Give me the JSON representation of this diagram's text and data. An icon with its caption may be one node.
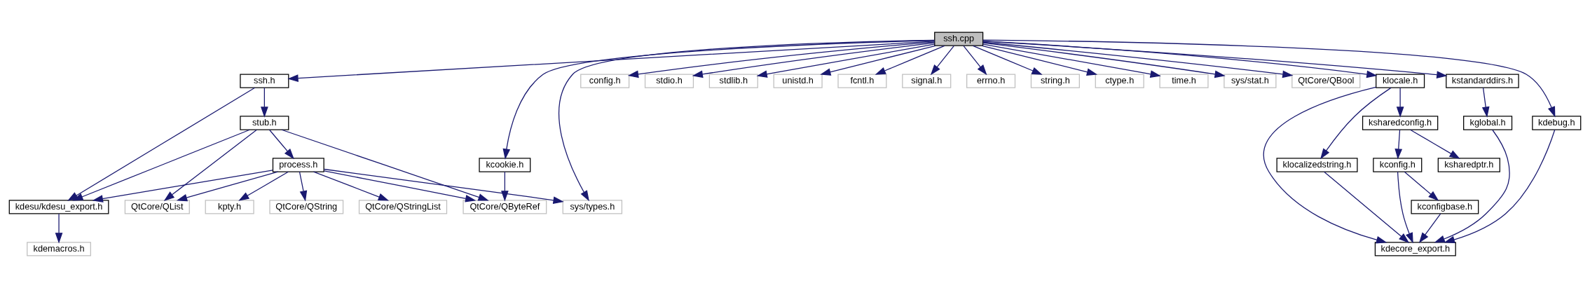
{
  "diagram": {
    "nodes": [
      {
        "text": [
          "ssh.cpp"
        ]
      },
      {
        "text": [
          "ssh.h"
        ]
      },
      {
        "text": [
          "stub.h"
        ]
      },
      {
        "text": [
          "process.h"
        ]
      },
      {
        "text": [
          "kdesu/kdesu_export.h"
        ]
      },
      {
        "text": [
          "kdemacros.h"
        ]
      },
      {
        "text": [
          "QtCore/QList"
        ]
      },
      {
        "text": [
          "kpty.h"
        ]
      },
      {
        "text": [
          "QtCore/QString"
        ]
      },
      {
        "text": [
          "QtCore/QStringList"
        ]
      },
      {
        "text": [
          "QtCore/QByteRef"
        ]
      },
      {
        "text": [
          "kcookie.h"
        ]
      },
      {
        "text": [
          "sys/types.h"
        ]
      },
      {
        "text": [
          "config.h"
        ]
      },
      {
        "text": [
          "stdio.h"
        ]
      },
      {
        "text": [
          "stdlib.h"
        ]
      },
      {
        "text": [
          "unistd.h"
        ]
      },
      {
        "text": [
          "fcntl.h"
        ]
      },
      {
        "text": [
          "signal.h"
        ]
      },
      {
        "text": [
          "errno.h"
        ]
      },
      {
        "text": [
          "string.h"
        ]
      },
      {
        "text": [
          "ctype.h"
        ]
      },
      {
        "text": [
          "time.h"
        ]
      },
      {
        "text": [
          "sys/stat.h"
        ]
      },
      {
        "text": [
          "QtCore/QBool"
        ]
      },
      {
        "text": [
          "klocale.h"
        ]
      },
      {
        "text": [
          "klocalizedstring.h"
        ]
      },
      {
        "text": [
          "ksharedconfig.h"
        ]
      },
      {
        "text": [
          "kconfig.h"
        ]
      },
      {
        "text": [
          "ksharedptr.h"
        ]
      },
      {
        "text": [
          "kconfigbase.h"
        ]
      },
      {
        "text": [
          "kdecore_export.h"
        ]
      },
      {
        "text": [
          "kstandarddirs.h"
        ]
      },
      {
        "text": [
          "kglobal.h"
        ]
      },
      {
        "text": [
          "kdebug.h"
        ]
      }
    ],
    "edges": [
      {
        "from": 0,
        "to": 1,
        "arrow": "to"
      },
      {
        "from": 0,
        "to": 11,
        "arrow": "to"
      },
      {
        "from": 0,
        "to": 12,
        "arrow": "to"
      },
      {
        "from": 0,
        "to": 13,
        "arrow": "to"
      },
      {
        "from": 0,
        "to": 14,
        "arrow": "to"
      },
      {
        "from": 0,
        "to": 15,
        "arrow": "to"
      },
      {
        "from": 0,
        "to": 16,
        "arrow": "to"
      },
      {
        "from": 0,
        "to": 17,
        "arrow": "to"
      },
      {
        "from": 0,
        "to": 18,
        "arrow": "to"
      },
      {
        "from": 0,
        "to": 19,
        "arrow": "to"
      },
      {
        "from": 0,
        "to": 20,
        "arrow": "to"
      },
      {
        "from": 0,
        "to": 21,
        "arrow": "to"
      },
      {
        "from": 0,
        "to": 22,
        "arrow": "to"
      },
      {
        "from": 0,
        "to": 23,
        "arrow": "to"
      },
      {
        "from": 0,
        "to": 24,
        "arrow": "to"
      },
      {
        "from": 0,
        "to": 25,
        "arrow": "to"
      },
      {
        "from": 0,
        "to": 32,
        "arrow": "to"
      },
      {
        "from": 0,
        "to": 34,
        "arrow": "to"
      },
      {
        "from": 1,
        "to": 4,
        "arrow": "to"
      },
      {
        "from": 1,
        "to": 2,
        "arrow": "to"
      },
      {
        "from": 2,
        "to": 4,
        "arrow": "to"
      },
      {
        "from": 2,
        "to": 6,
        "arrow": "to"
      },
      {
        "from": 2,
        "to": 3,
        "arrow": "to"
      },
      {
        "from": 2,
        "to": 10,
        "arrow": "to"
      },
      {
        "from": 3,
        "to": 4,
        "arrow": "to"
      },
      {
        "from": 3,
        "to": 6,
        "arrow": "to"
      },
      {
        "from": 3,
        "to": 7,
        "arrow": "to"
      },
      {
        "from": 3,
        "to": 8,
        "arrow": "to"
      },
      {
        "from": 3,
        "to": 9,
        "arrow": "to"
      },
      {
        "from": 3,
        "to": 10,
        "arrow": "to"
      },
      {
        "from": 3,
        "to": 12,
        "arrow": "to"
      },
      {
        "from": 4,
        "to": 5,
        "arrow": "to"
      },
      {
        "from": 11,
        "to": 10,
        "arrow": "to"
      },
      {
        "from": 25,
        "to": 26,
        "arrow": "to"
      },
      {
        "from": 25,
        "to": 27,
        "arrow": "to"
      },
      {
        "from": 25,
        "to": 31,
        "arrow": "to"
      },
      {
        "from": 27,
        "to": 28,
        "arrow": "to"
      },
      {
        "from": 27,
        "to": 29,
        "arrow": "to"
      },
      {
        "from": 26,
        "to": 31,
        "arrow": "to"
      },
      {
        "from": 28,
        "to": 31,
        "arrow": "to"
      },
      {
        "from": 28,
        "to": 30,
        "arrow": "to"
      },
      {
        "from": 30,
        "to": 31,
        "arrow": "to"
      },
      {
        "from": 32,
        "to": 33,
        "arrow": "to"
      },
      {
        "from": 33,
        "to": 31,
        "arrow": "to"
      },
      {
        "from": 34,
        "to": 31,
        "arrow": "to"
      }
    ]
  }
}
